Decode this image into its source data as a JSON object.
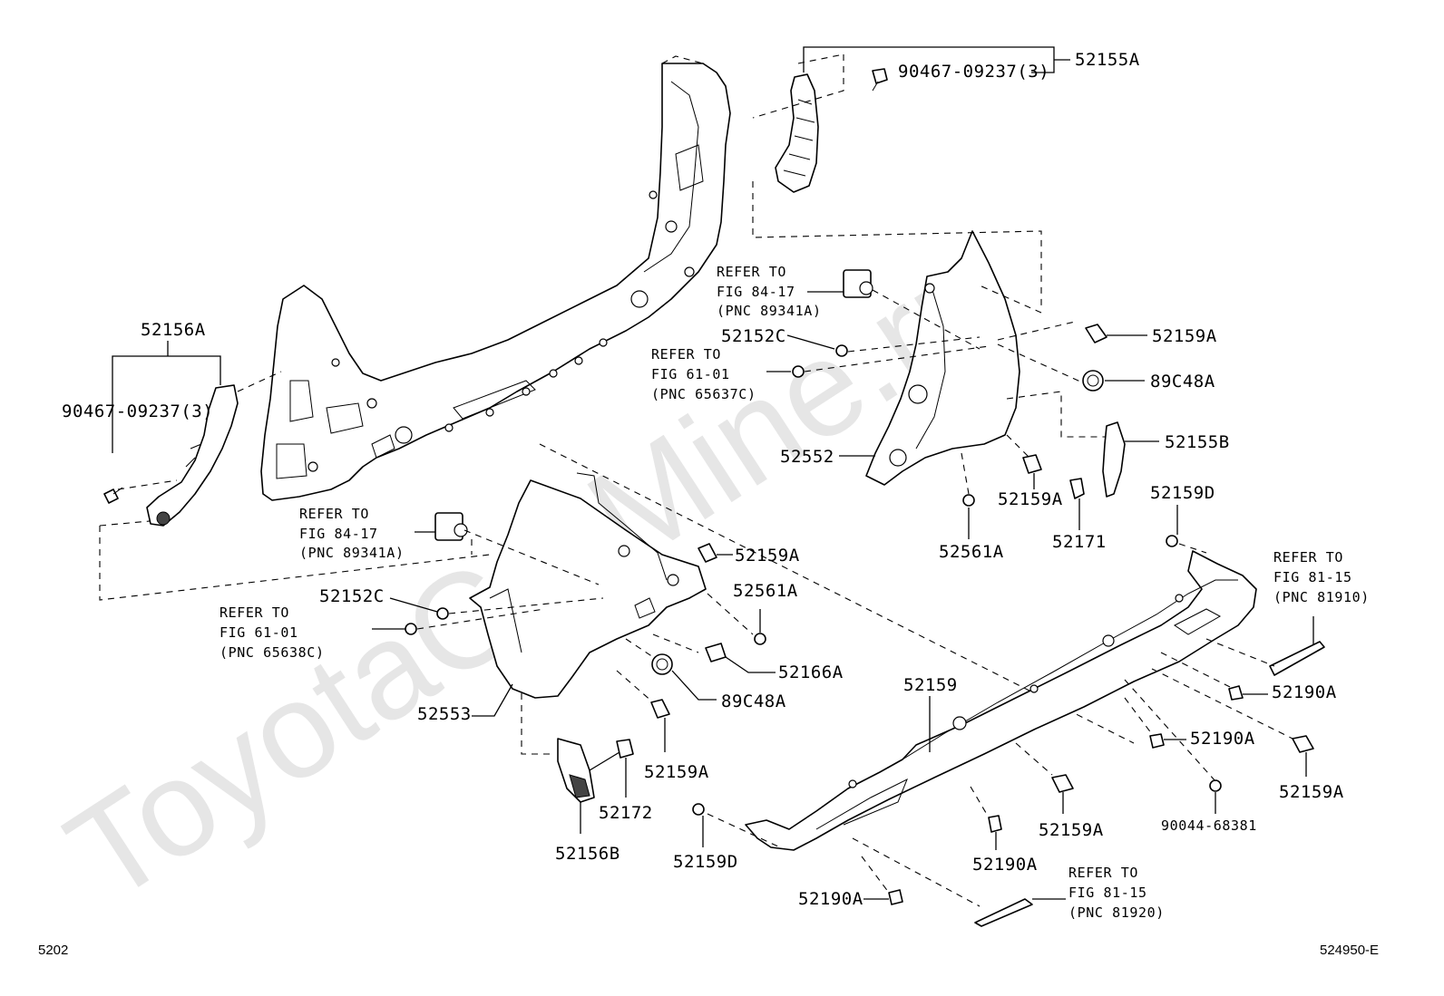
{
  "watermark": "ToyotaCarMine.ru",
  "footer": {
    "page_code": "5202",
    "illustration_code": "524950-E"
  },
  "labels": {
    "p52155A": "52155A",
    "bolt_top": "90467-09237(3)",
    "p52156A": "52156A",
    "bolt_left": "90467-09237(3)",
    "ref_top1": "REFER TO",
    "ref_top2": "FIG 84-17",
    "ref_top3": "(PNC 89341A)",
    "p52152C_top": "52152C",
    "ref_mid1": "REFER TO",
    "ref_mid2": "FIG 61-01",
    "ref_mid3": "(PNC 65637C)",
    "p52159A_1": "52159A",
    "p89C48A_1": "89C48A",
    "p52155B": "52155B",
    "p52552": "52552",
    "p52159A_2": "52159A",
    "p52159D_1": "52159D",
    "p52561A_1": "52561A",
    "p52171": "52171",
    "ref_l1": "REFER TO",
    "ref_l2": "FIG 84-17",
    "ref_l3": "(PNC 89341A)",
    "p52159A_3": "52159A",
    "p52561A_2": "52561A",
    "p52152C_low": "52152C",
    "ref_ll1": "REFER TO",
    "ref_ll2": "FIG 61-01",
    "ref_ll3": "(PNC 65638C)",
    "p52166A": "52166A",
    "p89C48A_2": "89C48A",
    "p52553": "52553",
    "p52159": "52159",
    "p52159A_4": "52159A",
    "p52172": "52172",
    "p52156B": "52156B",
    "ref_r1": "REFER TO",
    "ref_r2": "FIG 81-15",
    "ref_r3": "(PNC 81910)",
    "p52190A_1": "52190A",
    "p52190A_2": "52190A",
    "p52159A_5": "52159A",
    "p52159A_6": "52159A",
    "bolt_9004": "90044-68381",
    "p52159D_2": "52159D",
    "p52190A_3": "52190A",
    "p52190A_4": "52190A",
    "ref_b1": "REFER TO",
    "ref_b2": "FIG 81-15",
    "ref_b3": "(PNC 81920)"
  }
}
